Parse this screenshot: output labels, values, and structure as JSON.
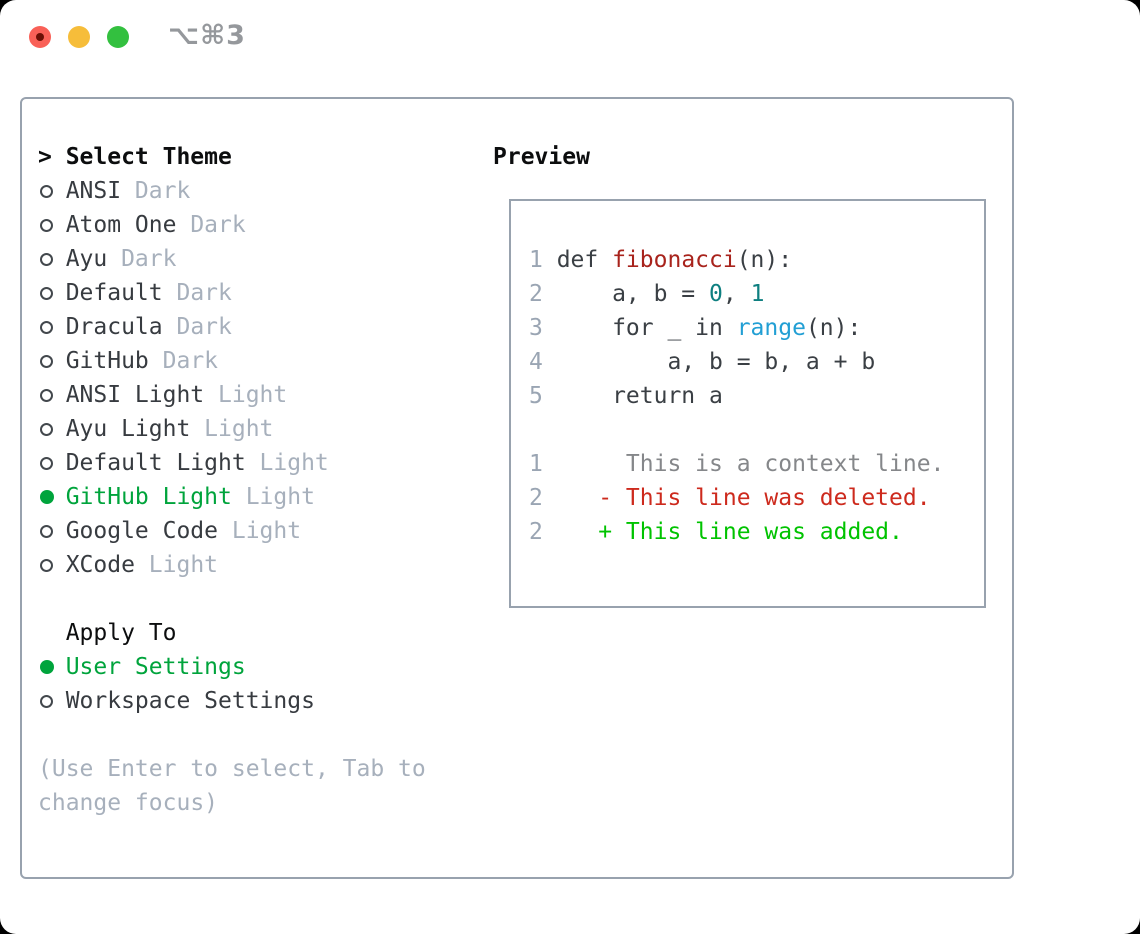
{
  "window": {
    "title": "⌥⌘3"
  },
  "panel": {
    "theme_section": {
      "header_marker": ">",
      "header": "Select Theme",
      "items": [
        {
          "name": "ANSI",
          "variant": "Dark",
          "selected": false
        },
        {
          "name": "Atom One",
          "variant": "Dark",
          "selected": false
        },
        {
          "name": "Ayu",
          "variant": "Dark",
          "selected": false
        },
        {
          "name": "Default",
          "variant": "Dark",
          "selected": false
        },
        {
          "name": "Dracula",
          "variant": "Dark",
          "selected": false
        },
        {
          "name": "GitHub",
          "variant": "Dark",
          "selected": false
        },
        {
          "name": "ANSI Light",
          "variant": "Light",
          "selected": false
        },
        {
          "name": "Ayu Light",
          "variant": "Light",
          "selected": false
        },
        {
          "name": "Default Light",
          "variant": "Light",
          "selected": false
        },
        {
          "name": "GitHub Light",
          "variant": "Light",
          "selected": true
        },
        {
          "name": "Google Code",
          "variant": "Light",
          "selected": false
        },
        {
          "name": "XCode",
          "variant": "Light",
          "selected": false
        }
      ]
    },
    "apply_section": {
      "header": "Apply To",
      "items": [
        {
          "label": "User Settings",
          "selected": true
        },
        {
          "label": "Workspace Settings",
          "selected": false
        }
      ]
    },
    "hint": {
      "lines": [
        "(Use Enter to select, Tab to",
        "change focus)"
      ]
    }
  },
  "preview": {
    "header": "Preview",
    "lines": [
      {
        "num": "1",
        "tokens": [
          {
            "text": "def ",
            "color": "code"
          },
          {
            "text": "fibonacci",
            "color": "func"
          },
          {
            "text": "(n):",
            "color": "code"
          }
        ]
      },
      {
        "num": "2",
        "tokens": [
          {
            "text": "    a, b = ",
            "color": "code"
          },
          {
            "text": "0",
            "color": "number"
          },
          {
            "text": ", ",
            "color": "code"
          },
          {
            "text": "1",
            "color": "number"
          }
        ]
      },
      {
        "num": "3",
        "tokens": [
          {
            "text": "    for _ in ",
            "color": "code"
          },
          {
            "text": "range",
            "color": "builtin"
          },
          {
            "text": "(n):",
            "color": "code"
          }
        ]
      },
      {
        "num": "4",
        "tokens": [
          {
            "text": "        a, b = b, a + b",
            "color": "code"
          }
        ]
      },
      {
        "num": "5",
        "tokens": [
          {
            "text": "    return a",
            "color": "code"
          }
        ]
      },
      {
        "num": "",
        "tokens": []
      },
      {
        "num": "1",
        "tokens": [
          {
            "text": "     This is a context line.",
            "color": "context"
          }
        ]
      },
      {
        "num": "2",
        "tokens": [
          {
            "text": "   - This line was deleted.",
            "color": "deleted"
          }
        ]
      },
      {
        "num": "2",
        "tokens": [
          {
            "text": "   + This line was added.",
            "color": "added"
          }
        ]
      }
    ]
  },
  "colors": {
    "accent_green": "#00a43c",
    "text_black": "#0c0d0e",
    "text_dark": "#373b40",
    "muted": "#a7b0bc",
    "radio_outline": "#43484d",
    "line_number": "#9aa5b3",
    "code_text": "#3a3f44",
    "func_red": "#a8231c",
    "number_teal": "#0e7f80",
    "builtin_blue": "#229fd4",
    "context_gray": "#85878a",
    "deleted_red": "#cd2a1d",
    "added_green": "#00c300",
    "border_gray": "#98a2ae",
    "title_gray": "#95989c",
    "traffic_red": "#f96057",
    "traffic_yellow": "#f6bd3a",
    "traffic_green": "#33c03f",
    "unsaved_dot": "#6b0f05"
  }
}
